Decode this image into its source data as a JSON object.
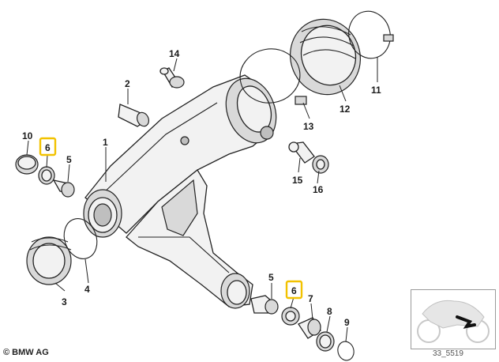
{
  "callouts": {
    "c1": "1",
    "c2": "2",
    "c3": "3",
    "c4": "4",
    "c5a": "5",
    "c5b": "5",
    "c6a": "6",
    "c6b": "6",
    "c7": "7",
    "c8": "8",
    "c9": "9",
    "c10": "10",
    "c11": "11",
    "c12": "12",
    "c13": "13",
    "c14": "14",
    "c15": "15",
    "c16": "16"
  },
  "highlight_color": "#f2c200",
  "footer": {
    "copyright": "© BMW AG",
    "diagram_code": "33_5519"
  }
}
